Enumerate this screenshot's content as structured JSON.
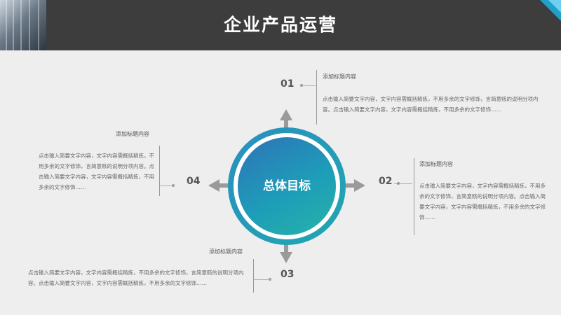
{
  "header": {
    "title": "企业产品运营"
  },
  "center": {
    "label": "总体目标"
  },
  "sections": [
    {
      "number": "01",
      "heading": "添加标题内容",
      "body": "点击输入简要文字内容，文字内容需概括精炼，不用多余的文字修饰，言简意赅的说明分项内容。点击输入简要文字内容，文字内容需概括精炼，不用多余的文字修饰……"
    },
    {
      "number": "02",
      "heading": "添加标题内容",
      "body": "点击输入简要文字内容，文字内容需概括精炼，不用多余的文字修饰，言简意赅的说明分项内容。点击输入简要文字内容，文字内容需概括精炼，不用多余的文字修饰……"
    },
    {
      "number": "03",
      "heading": "添加标题内容",
      "body": "点击输入简要文字内容，文字内容需概括精炼，不用多余的文字修饰，言简意赅的说明分项内容。点击输入简要文字内容，文字内容需概括精炼，不用多余的文字修饰……"
    },
    {
      "number": "04",
      "heading": "添加标题内容",
      "body": "点击输入简要文字内容，文字内容需概括精炼，不用多余的文字修饰，言简意赅的说明分项内容。点击输入简要文字内容，文字内容需概括精炼，不用多余的文字修饰……"
    }
  ],
  "colors": {
    "header": "#3d3d3d",
    "accent": "#1f9fc9",
    "ring": "#2a8fbf",
    "arrow": "#9a9a9a"
  },
  "icons": [
    "arrow-up-icon",
    "arrow-right-icon",
    "arrow-down-icon",
    "arrow-left-icon"
  ]
}
